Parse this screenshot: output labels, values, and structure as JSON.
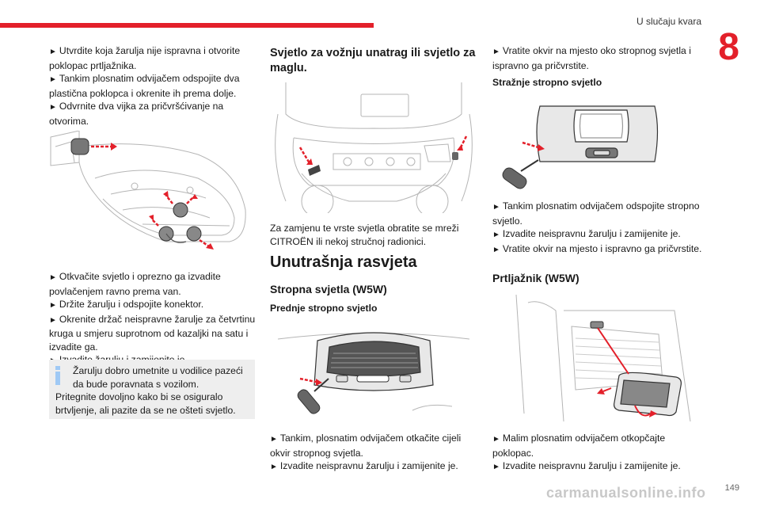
{
  "header": {
    "section_title": "U slučaju kvara",
    "chapter_number": "8",
    "page_number": "149"
  },
  "watermark": "carmanualsonline.info",
  "colors": {
    "accent": "#e3202a",
    "note_bg": "#eeeeee",
    "info_icon": "#9fc9f5"
  },
  "col1": {
    "steps_top": [
      "Utvrdite koja žarulja nije ispravna i otvorite poklopac prtljažnika.",
      "Tankim plosnatim odvijačem odspojite dva plastična poklopca i okrenite ih prema dolje.",
      "Odvrnite dva vijka za pričvršćivanje na otvorima."
    ],
    "steps_bottom": [
      "Otkvačite svjetlo i oprezno ga izvadite povlačenjem ravno prema van.",
      "Držite žarulju i odspojite konektor.",
      "Okrenite držač neispravne žarulje za četvrtinu kruga u smjeru suprotnom od kazaljki na satu i izvadite ga.",
      "Izvadite žarulju i zamijenite je."
    ],
    "note_line1": "Žarulju dobro umetnite u vodilice pazeći",
    "note_line2": "da bude poravnata s vozilom.",
    "note_line3": "Pritegnite dovoljno kako bi se osiguralo brtvljenje, ali pazite da se ne ošteti svjetlo."
  },
  "col2": {
    "heading_reverse_fog": "Svjetlo za vožnju unatrag ili svjetlo za maglu.",
    "reverse_text": "Za zamjenu te vrste svjetla obratite se mreži CITROËN ili nekoj stručnoj radionici.",
    "heading_interior": "Unutrašnja rasvjeta",
    "heading_ceiling": "Stropna svjetla (W5W)",
    "heading_front_ceiling": "Prednje stropno svjetlo",
    "steps": [
      "Tankim, plosnatim odvijačem otkačite cijeli okvir stropnog svjetla.",
      "Izvadite neispravnu žarulju i zamijenite je."
    ]
  },
  "col3": {
    "steps_top": [
      "Vratite okvir na mjesto oko stropnog svjetla i ispravno ga pričvrstite."
    ],
    "heading_rear_ceiling": "Stražnje stropno svjetlo",
    "steps_mid": [
      "Tankim plosnatim odvijačem odspojite stropno svjetlo.",
      "Izvadite neispravnu žarulju i zamijenite je.",
      "Vratite okvir na mjesto i ispravno ga pričvrstite."
    ],
    "heading_boot": "Prtljažnik (W5W)",
    "steps_bottom": [
      "Malim plosnatim odvijačem otkopčajte poklopac.",
      "Izvadite neispravnu žarulju i zamijenite je."
    ]
  },
  "bullet_glyph": "►"
}
